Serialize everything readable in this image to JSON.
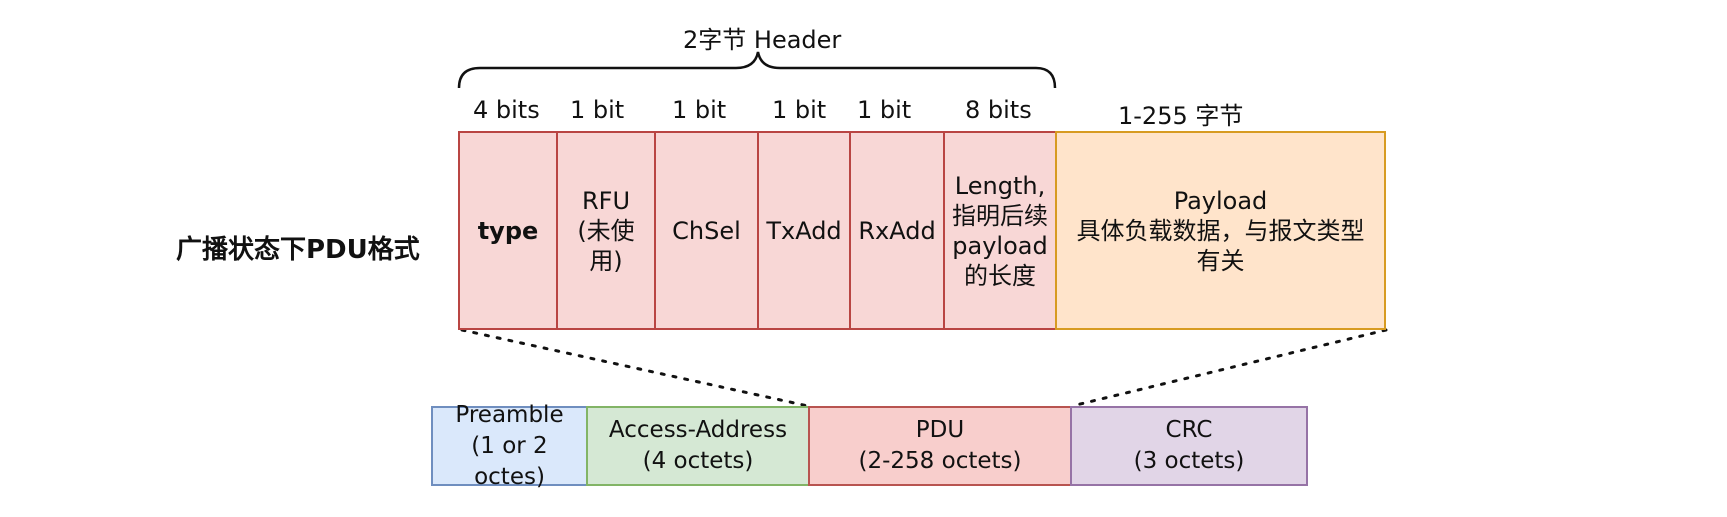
{
  "header_label": "2字节 Header",
  "row_label": "广播状态下PDU格式",
  "pdu_fields": [
    {
      "size": "4 bits",
      "text": "type",
      "bold": true
    },
    {
      "size": "1 bit",
      "text": "RFU\n(未使\n用)"
    },
    {
      "size": "1 bit",
      "text": "ChSel"
    },
    {
      "size": "1 bit",
      "text": "TxAdd"
    },
    {
      "size": "1 bit",
      "text": "RxAdd"
    },
    {
      "size": "8 bits",
      "text": "Length,\n指明后续\npayload\n的长度"
    }
  ],
  "payload": {
    "size": "1-255 字节",
    "text": "Payload\n具体负载数据，与报文类型\n有关"
  },
  "packet": [
    {
      "text": "Preamble\n(1 or 2 octes)"
    },
    {
      "text": "Access-Address\n(4 octets)"
    },
    {
      "text": "PDU\n(2-258 octets)"
    },
    {
      "text": "CRC\n(3 octets)"
    }
  ],
  "colors": {
    "field_fill": "#f8d7d6",
    "field_stroke": "#b94543",
    "payload_fill": "#ffe4cb",
    "payload_stroke": "#d79b22",
    "preamble_fill": "#dae8fb",
    "access_fill": "#d5e8d4",
    "pdu_fill": "#f8cecc",
    "crc_fill": "#e1d5e7"
  }
}
